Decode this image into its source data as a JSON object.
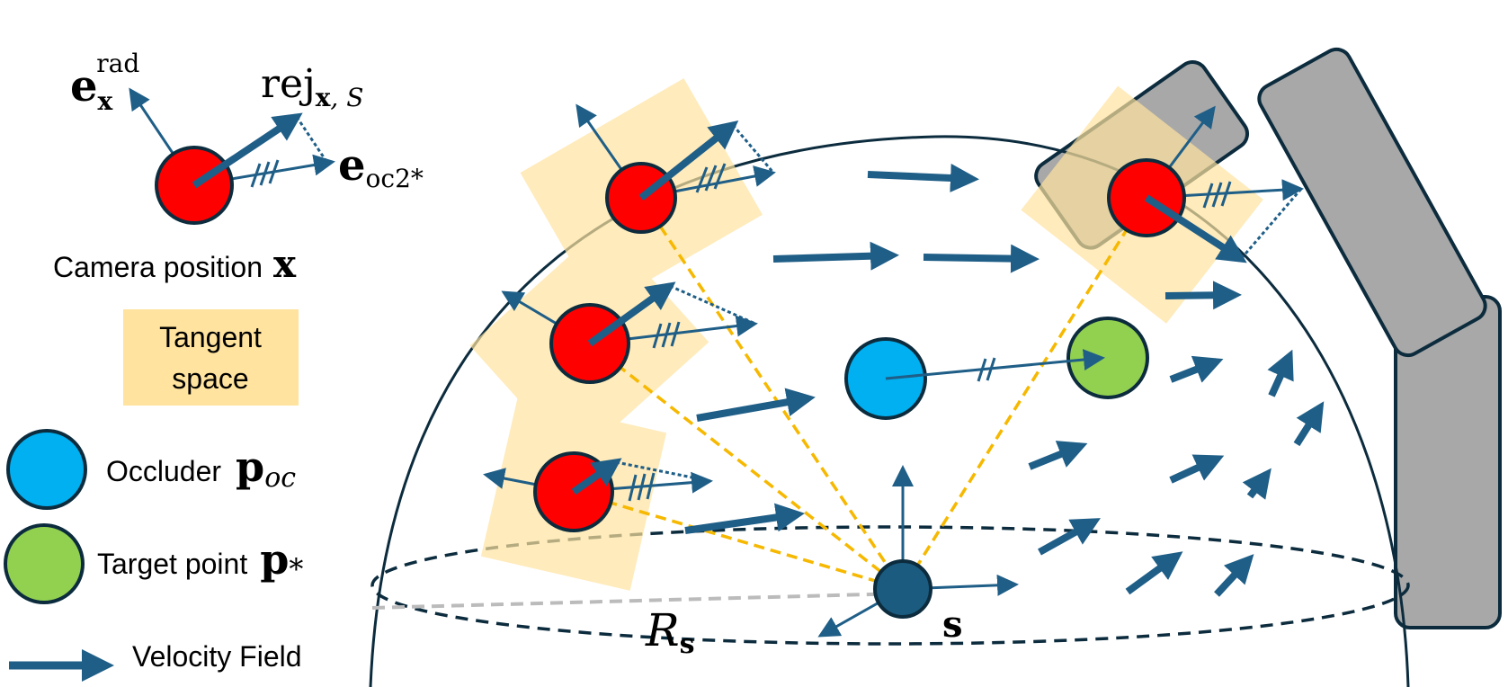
{
  "colors": {
    "camera": "#ff0000",
    "occluder": "#00b0f0",
    "target": "#92d050",
    "center": "#1b5b80",
    "arrow": "#1f5e87",
    "tangent": "#ffe39e",
    "los": "#f6b800",
    "robot": "#a8a8a8",
    "outline": "#0c2c3e"
  },
  "legend": {
    "camera_label": "Camera position",
    "camera_symbol": "x",
    "e_rad_main": "e",
    "e_rad_sub": "x",
    "e_rad_sup": "rad",
    "rej_main": "rej",
    "rej_sub_x": "x",
    "rej_sub_s": ", S",
    "eoc_main": "e",
    "eoc_sub": "oc2*",
    "tangent_line1": "Tangent",
    "tangent_line2": "space",
    "occluder_label": "Occluder",
    "occluder_symbol": "p",
    "occluder_sub": "oc",
    "target_label": "Target point",
    "target_symbol": "p",
    "target_sub": "*",
    "velocity_label": "Velocity Field"
  },
  "scene": {
    "radius_label": "R",
    "radius_sub": "s",
    "center_label": "s"
  }
}
